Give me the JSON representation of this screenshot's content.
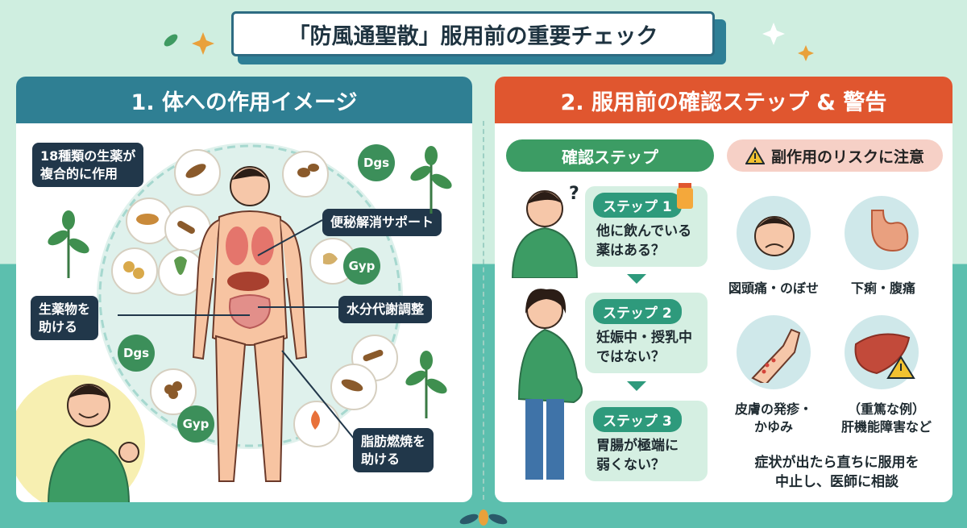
{
  "title": "「防風通聖散」服用前の重要チェック",
  "left_panel": {
    "heading": "1. 体への作用イメージ",
    "labels": {
      "herbs": "18種類の生薬が\n複合的に作用",
      "constipation": "便秘解消サポート",
      "support": "生薬物を\n助ける",
      "water": "水分代謝調整",
      "fat": "脂肪燃焼を\n助ける"
    },
    "badges": [
      "Dgs",
      "Gyp",
      "Dgs",
      "Gyp"
    ]
  },
  "right_panel": {
    "heading": "2. 服用前の確認ステップ & 警告",
    "steps_title": "確認ステップ",
    "steps": [
      {
        "label": "ステップ 1",
        "text": "他に飲んでいる\n薬はある？"
      },
      {
        "label": "ステップ 2",
        "text": "妊娠中・授乳中\nではない？"
      },
      {
        "label": "ステップ 3",
        "text": "胃腸が極端に\n弱くない？"
      }
    ],
    "risk_title": "副作用のリスクに注意",
    "risks": [
      "図頭痛・のぼせ",
      "下痢・腹痛",
      "皮膚の発疹・\nかゆみ",
      "（重篤な例）\n肝機能障害など"
    ],
    "conclusion": "症状が出たら直ちに服用を\n中止し、医師に相談"
  },
  "colors": {
    "left_header": "#2f7f93",
    "right_header": "#e0562f",
    "label_bg": "#21374a",
    "step_green": "#3c9c64"
  }
}
